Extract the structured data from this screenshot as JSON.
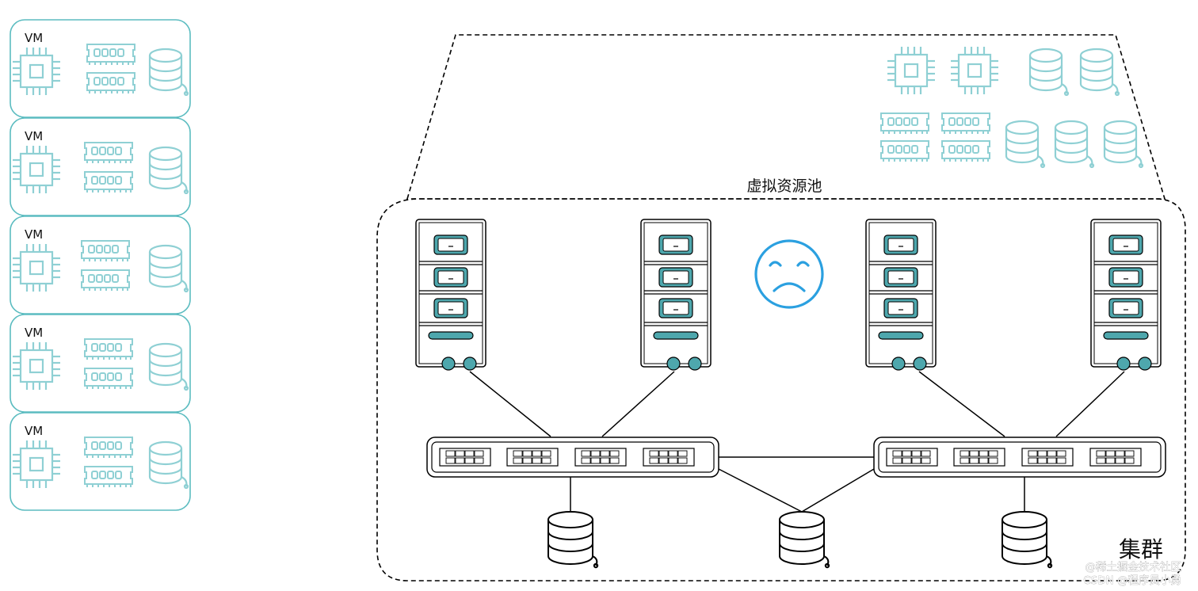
{
  "vm_label": "VM",
  "vms": [
    {
      "label": "VM"
    },
    {
      "label": "VM"
    },
    {
      "label": "VM"
    },
    {
      "label": "VM"
    },
    {
      "label": "VM"
    }
  ],
  "pool_label": "虚拟资源池",
  "cluster_label": "集群",
  "watermark": {
    "line1": "@稀土掘金技术社区",
    "line2": "CSDN @程序员小勇"
  },
  "colors": {
    "teal": "#5bbcc0",
    "teal_light": "#8fd0d4",
    "server_fill": "#4ea7ad",
    "sad_face": "#2ba0e0",
    "line": "#000000"
  },
  "icons": [
    "cpu-icon",
    "memory-icon",
    "storage-icon",
    "server-icon",
    "switch-icon",
    "sad-face-icon"
  ]
}
